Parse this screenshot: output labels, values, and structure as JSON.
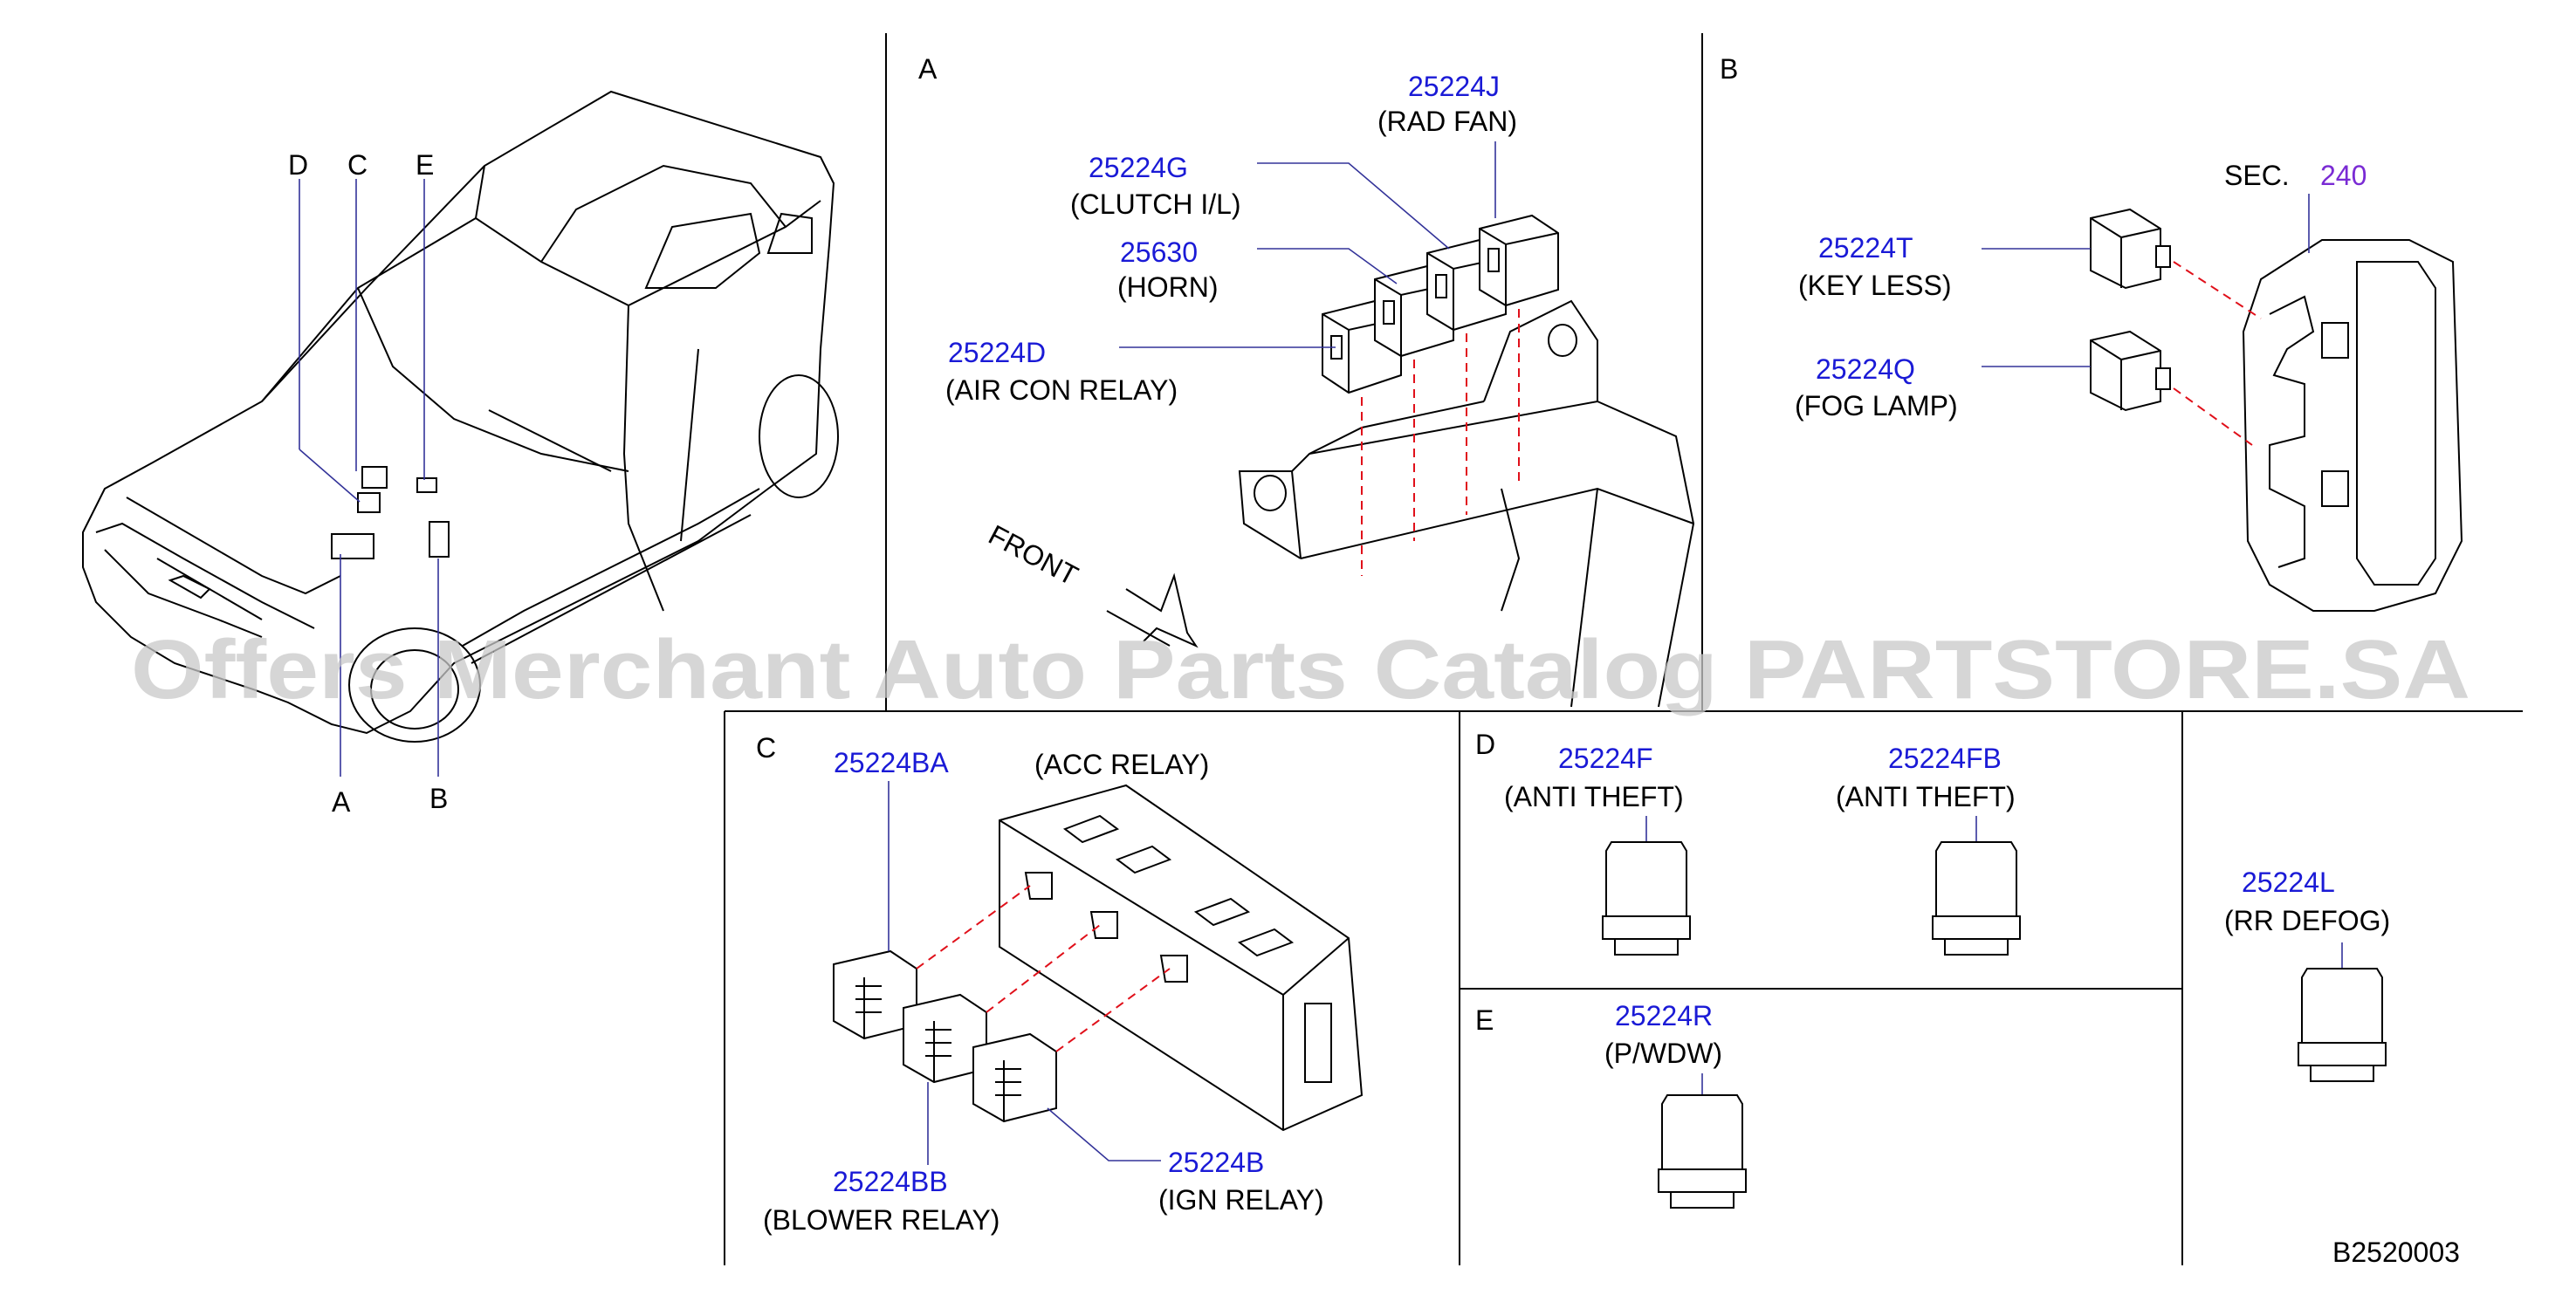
{
  "panels": {
    "a": "A",
    "b": "B",
    "c": "C",
    "d": "D",
    "e": "E"
  },
  "vehicle_callouts": {
    "d": "D",
    "c": "C",
    "e": "E",
    "a": "A",
    "b": "B"
  },
  "panel_a": {
    "rad_fan": {
      "part": "25224J",
      "desc": "(RAD  FAN)"
    },
    "clutch": {
      "part": "25224G",
      "desc": "(CLUTCH  I/L)"
    },
    "horn": {
      "part": "25630",
      "desc": "(HORN)"
    },
    "air_con": {
      "part": "25224D",
      "desc": "(AIR  CON  RELAY)"
    },
    "front": "FRONT"
  },
  "panel_b": {
    "sec_label": "SEC.",
    "sec_number": "240",
    "key_less": {
      "part": "25224T",
      "desc": "(KEY  LESS)"
    },
    "fog_lamp": {
      "part": "25224Q",
      "desc": "(FOG  LAMP)"
    }
  },
  "panel_c": {
    "acc": {
      "part": "25224BA",
      "desc": "(ACC  RELAY)"
    },
    "blower": {
      "part": "25224BB",
      "desc": "(BLOWER  RELAY)"
    },
    "ign": {
      "part": "25224B",
      "desc": "(IGN  RELAY)"
    }
  },
  "panel_d": {
    "anti_theft_1": {
      "part": "25224F",
      "desc": "(ANTI  THEFT)"
    },
    "anti_theft_2": {
      "part": "25224FB",
      "desc": "(ANTI  THEFT)"
    }
  },
  "panel_e": {
    "pwdw": {
      "part": "25224R",
      "desc": "(P/WDW)"
    }
  },
  "rr_defog": {
    "part": "25224L",
    "desc": "(RR  DEFOG)"
  },
  "diagram_code": "B2520003",
  "watermark": "Offers Merchant Auto Parts Catalog PARTSTORE.SA",
  "colors": {
    "part_number": "#1a1ad6",
    "section_link": "#7a2bd4",
    "dashed_leader": "#e0101a",
    "watermark": "#c8c8c8"
  }
}
